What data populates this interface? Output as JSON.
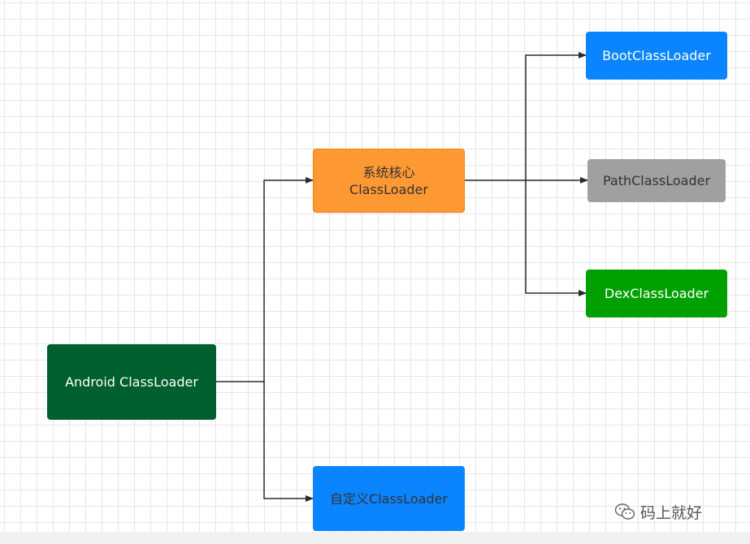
{
  "nodes": {
    "android": {
      "label": "Android ClassLoader"
    },
    "core": {
      "line1": "系统核心",
      "line2": "ClassLoader"
    },
    "custom": {
      "label": "自定义ClassLoader"
    },
    "boot": {
      "label": "BootClassLoader"
    },
    "path": {
      "label": "PathClassLoader"
    },
    "dex": {
      "label": "DexClassLoader"
    }
  },
  "watermark": {
    "text": "码上就好",
    "icon": "wechat-icon"
  }
}
